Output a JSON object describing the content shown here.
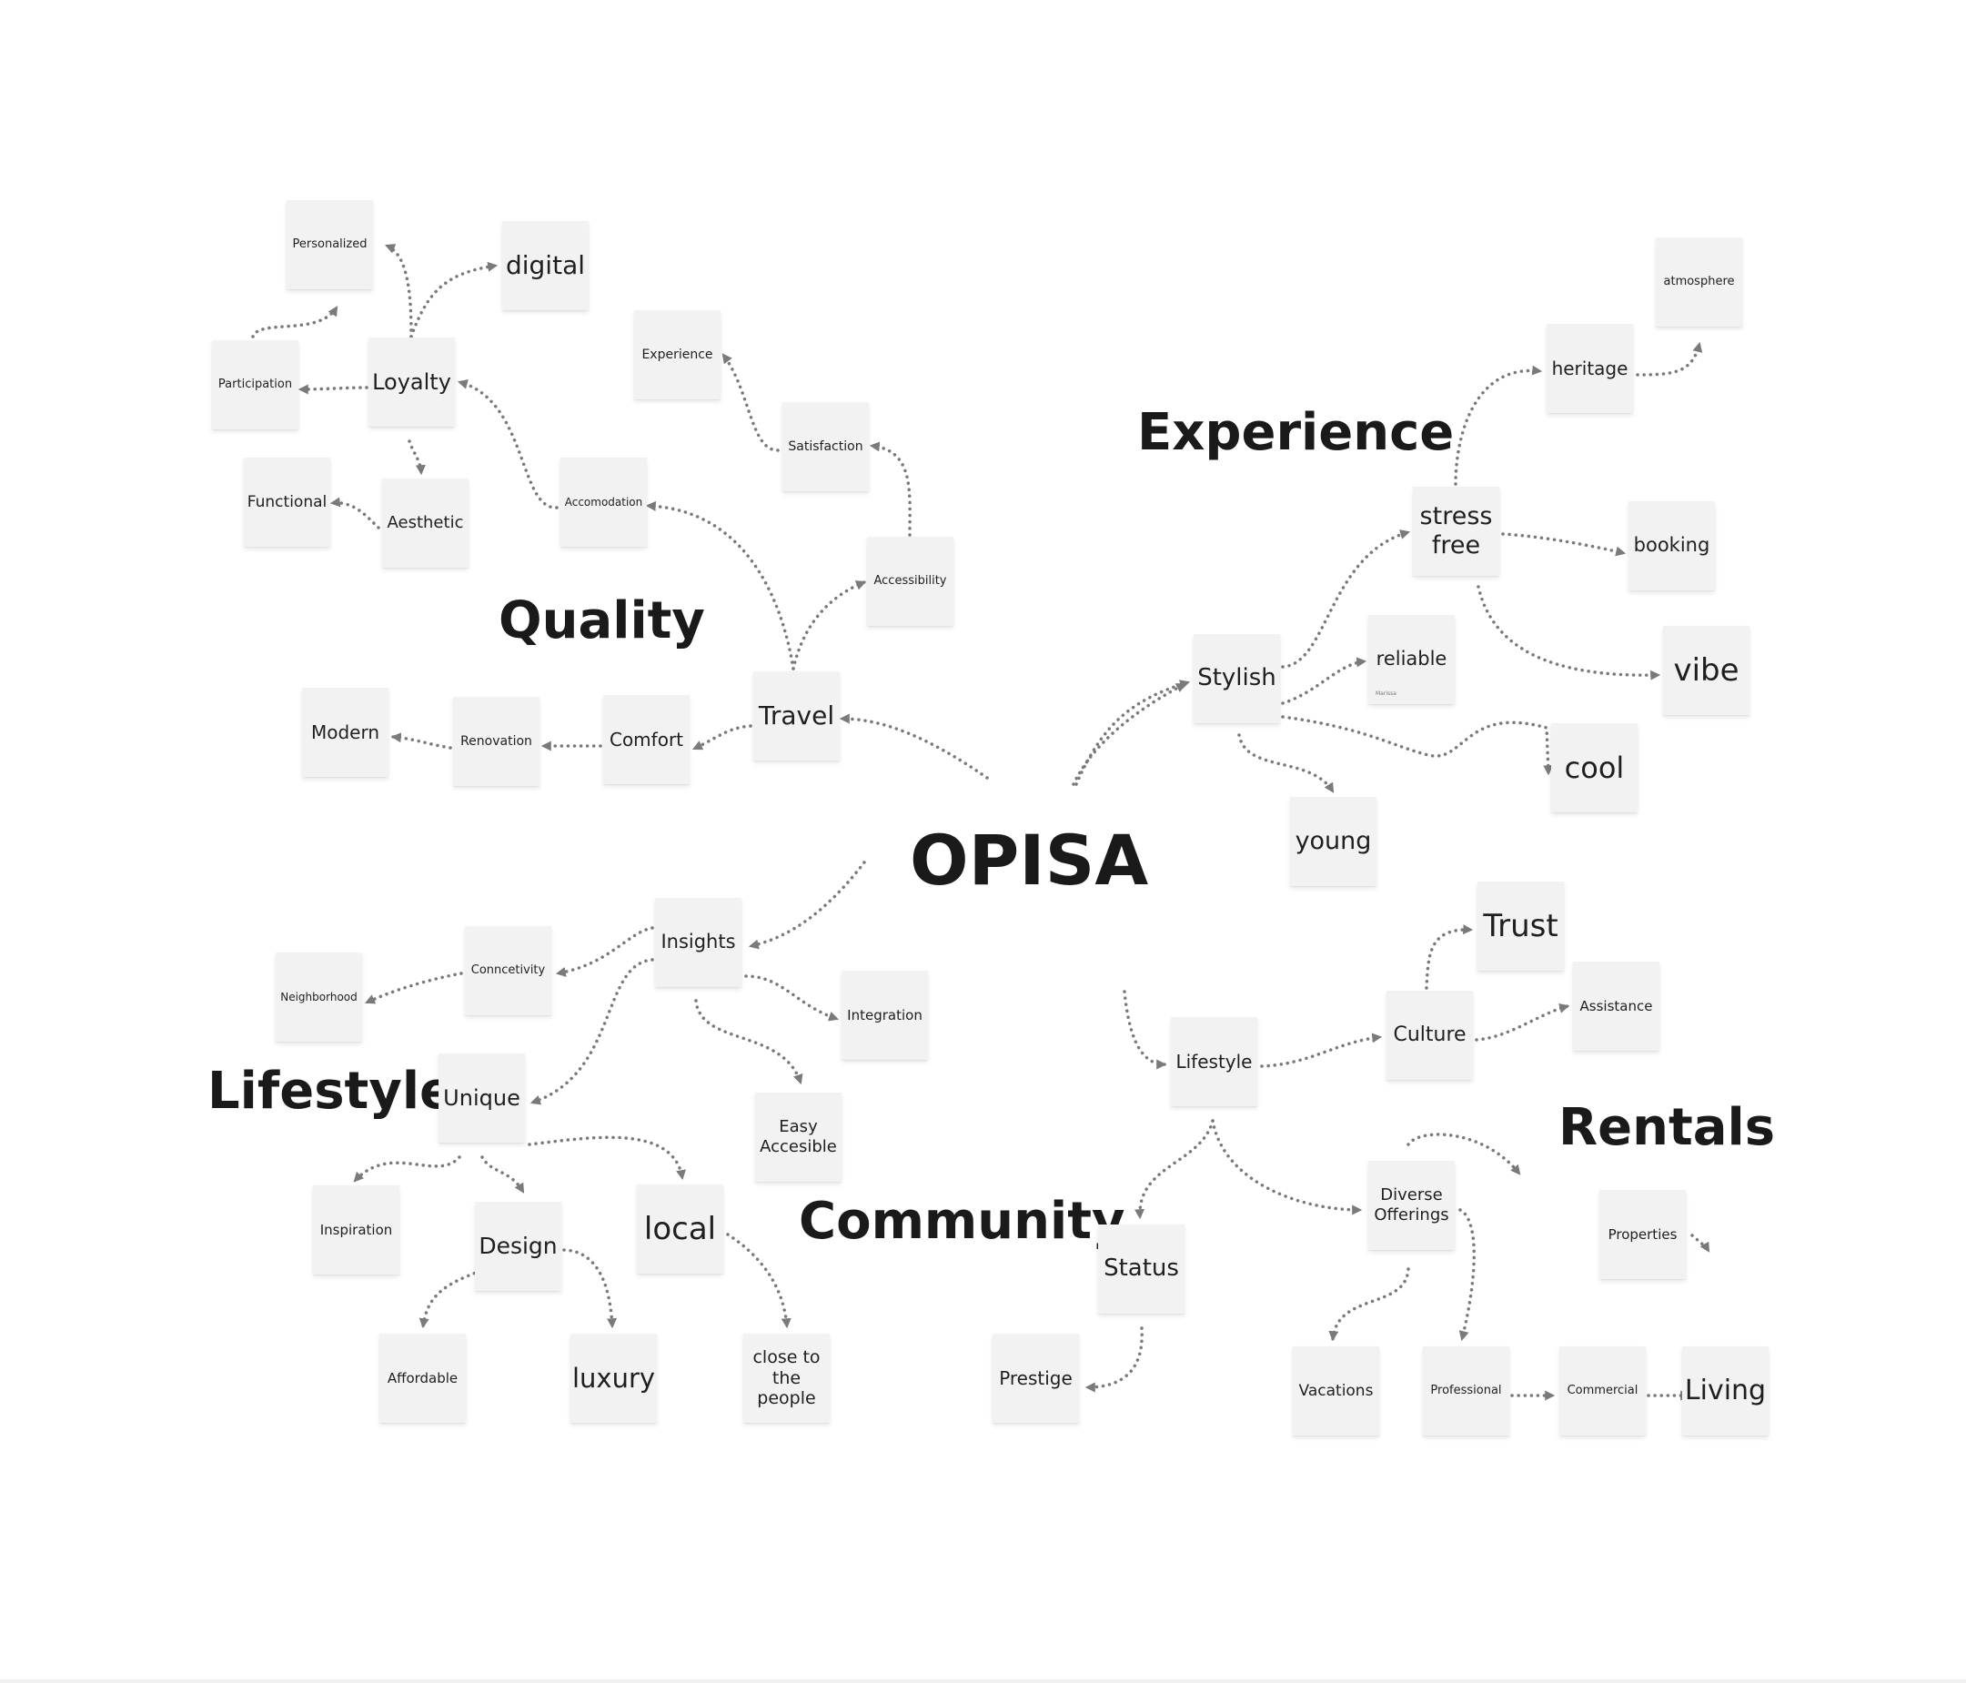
{
  "center": {
    "label": "OPISA"
  },
  "headings": {
    "quality": "Quality",
    "experience": "Experience",
    "lifestyle": "Lifestyle",
    "community": "Community",
    "rentals": "Rentals"
  },
  "notes": {
    "personalized": "Personalized",
    "digital": "digital",
    "participation": "Participation",
    "loyalty": "Loyalty",
    "functional": "Functional",
    "aesthetic": "Aesthetic",
    "experience": "Experience",
    "satisfaction": "Satisfaction",
    "accomodation": "Accomodation",
    "accessibility": "Accessibility",
    "travel": "Travel",
    "comfort": "Comfort",
    "renovation": "Renovation",
    "modern": "Modern",
    "atmosphere": "atmosphere",
    "heritage": "heritage",
    "stress_free": "stress\nfree",
    "booking": "booking",
    "reliable": "reliable",
    "reliable_small": "Marissa",
    "vibe": "vibe",
    "stylish": "Stylish",
    "cool": "cool",
    "young": "young",
    "insights": "Insights",
    "conncetivity": "Conncetivity",
    "neighborhood": "Neighborhood",
    "integration": "Integration",
    "unique": "Unique",
    "easy_accesible": "Easy\nAccesible",
    "inspiration": "Inspiration",
    "design": "Design",
    "local": "local",
    "affordable": "Affordable",
    "luxury": "luxury",
    "close_to_people": "close to\nthe\npeople",
    "trust": "Trust",
    "assistance": "Assistance",
    "culture": "Culture",
    "lifestyle_sub": "Lifestyle",
    "diverse_offerings": "Diverse\nOfferings",
    "properties": "Properties",
    "status": "Status",
    "prestige": "Prestige",
    "vacations": "Vacations",
    "professional": "Professional",
    "commercial": "Commercial",
    "living": "Living"
  },
  "colors": {
    "connector": "#7a7a7a",
    "note": "#f2f2f3",
    "text": "#1a1a1a"
  }
}
